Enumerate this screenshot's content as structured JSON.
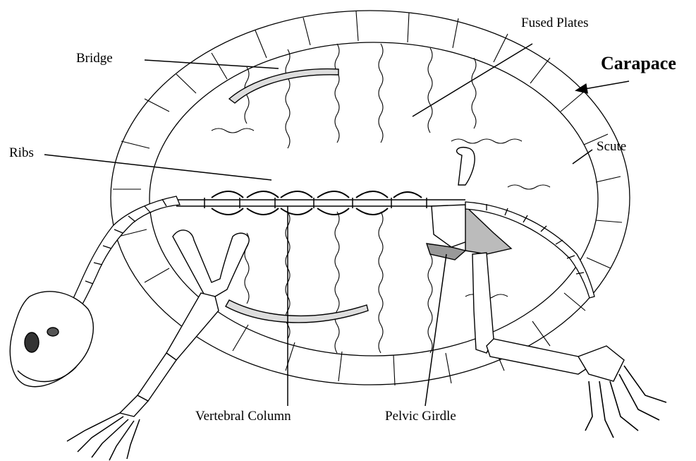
{
  "labels": {
    "bridge": "Bridge",
    "fused_plates": "Fused Plates",
    "carapace": "Carapace",
    "ribs": "Ribs",
    "scute": "Scute",
    "vertebral_column": "Vertebral Column",
    "pelvic_girdle": "Pelvic Girdle"
  }
}
